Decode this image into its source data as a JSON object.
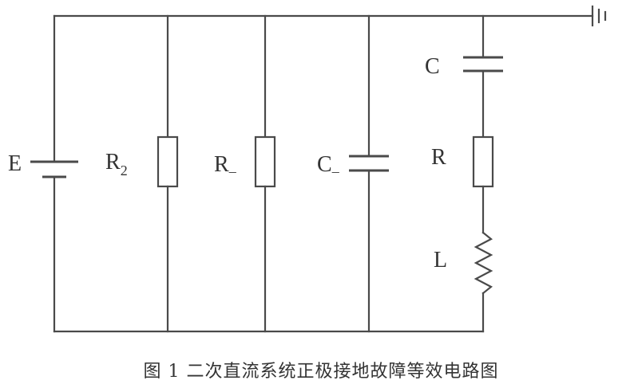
{
  "labels": {
    "battery": "E",
    "r2_main": "R",
    "r2_sub": "2",
    "rneg_main": "R",
    "rneg_sub": "–",
    "cneg_main": "C",
    "cneg_sub": "–",
    "c": "C",
    "r": "R",
    "l": "L"
  },
  "caption": "图 1 二次直流系统正极接地故障等效电路图"
}
